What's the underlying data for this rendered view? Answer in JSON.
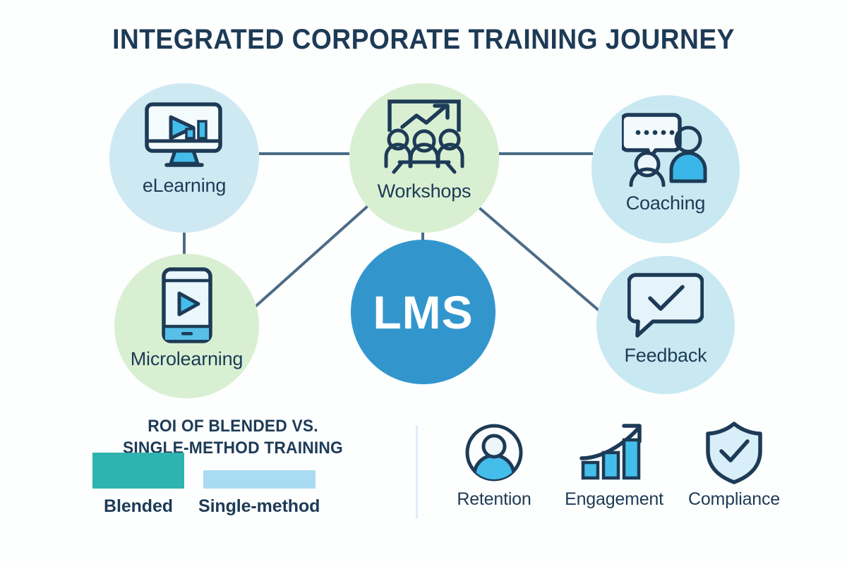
{
  "title": "INTEGRATED CORPORATE TRAINING JOURNEY",
  "nodes": {
    "elearning": {
      "label": "eLearning",
      "icon": "monitor-play-chart-icon",
      "color": "#cfe9f3"
    },
    "workshops": {
      "label": "Workshops",
      "icon": "presentation-people-growth-icon",
      "color": "#d9efd2"
    },
    "coaching": {
      "label": "Coaching",
      "icon": "speech-bubble-two-people-icon",
      "color": "#c9e9f2"
    },
    "microlearning": {
      "label": "Microlearning",
      "icon": "mobile-play-icon",
      "color": "#d9efd2"
    },
    "feedback": {
      "label": "Feedback",
      "icon": "speech-bubble-check-icon",
      "color": "#c9e9f2"
    },
    "lms": {
      "label": "LMS",
      "color": "#3296cd",
      "text_color": "#ffffff"
    }
  },
  "connectors": {
    "color": "#4b6c87",
    "links": [
      "elearning-workshops",
      "workshops-coaching",
      "elearning-microlearning",
      "microlearning-workshops",
      "workshops-lms",
      "workshops-feedback"
    ]
  },
  "roi": {
    "title_line1": "ROI OF BLENDED VS.",
    "title_line2": "SINGLE-METHOD TRAINING",
    "legend": [
      {
        "label": "Blended",
        "color": "#2fb3b0"
      },
      {
        "label": "Single-method",
        "color": "#a9dcf2"
      }
    ]
  },
  "benefits": [
    {
      "label": "Retention",
      "icon": "user-circle-icon"
    },
    {
      "label": "Engagement",
      "icon": "growth-bars-arrow-icon"
    },
    {
      "label": "Compliance",
      "icon": "shield-check-icon"
    }
  ],
  "chart_data": {
    "type": "bar",
    "title": "ROI OF BLENDED VS. SINGLE-METHOD TRAINING",
    "categories": [
      "Blended",
      "Single-method"
    ],
    "values": [
      50,
      25
    ],
    "colors": [
      "#2fb3b0",
      "#a9dcf2"
    ],
    "xlabel": "",
    "ylabel": "",
    "ylim": [
      0,
      55
    ],
    "grid": false,
    "legend_position": "below-bars",
    "orientation": "vertical",
    "note": "Bar heights read off pixel extents; no numeric axis labels are shown in the figure."
  },
  "palette": {
    "dark_navy": "#1d3b56",
    "accent_blue": "#3296cd",
    "icon_blue": "#45bdeb",
    "teal": "#2fb3b0",
    "light_blue": "#a9dcf2",
    "divider": "#e1eef8",
    "background": "#fdfefe"
  }
}
